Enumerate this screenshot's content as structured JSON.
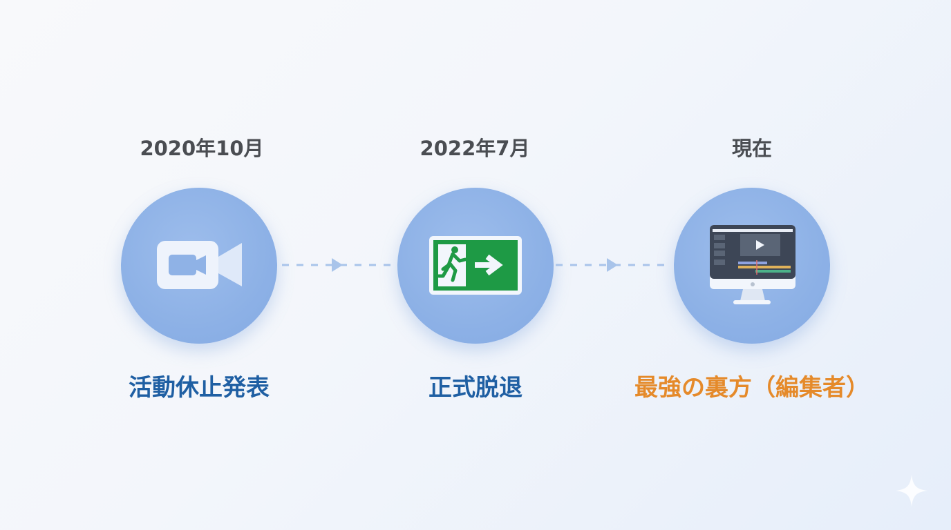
{
  "timeline": {
    "steps": [
      {
        "date": "2020年10月",
        "icon": "video-camera-icon",
        "label": "活動休止発表",
        "label_color": "#1f5fa3"
      },
      {
        "date": "2022年7月",
        "icon": "emergency-exit-icon",
        "label": "正式脱退",
        "label_color": "#1f5fa3"
      },
      {
        "date": "現在",
        "icon": "video-editing-monitor-icon",
        "label": "最強の裏方（編集者）",
        "label_color": "#e58a2a"
      }
    ],
    "connectors": [
      {
        "from": 0,
        "to": 1,
        "style": "dashed-arrow"
      },
      {
        "from": 1,
        "to": 2,
        "style": "dashed-arrow"
      }
    ]
  },
  "colors": {
    "circle": "#8db1e6",
    "date_text": "#4a4d52",
    "label_blue": "#1f5fa3",
    "label_orange": "#e58a2a",
    "connector": "#a9c4ea",
    "exit_green": "#1e9a45"
  },
  "watermark": {
    "icon": "sparkle-icon"
  }
}
